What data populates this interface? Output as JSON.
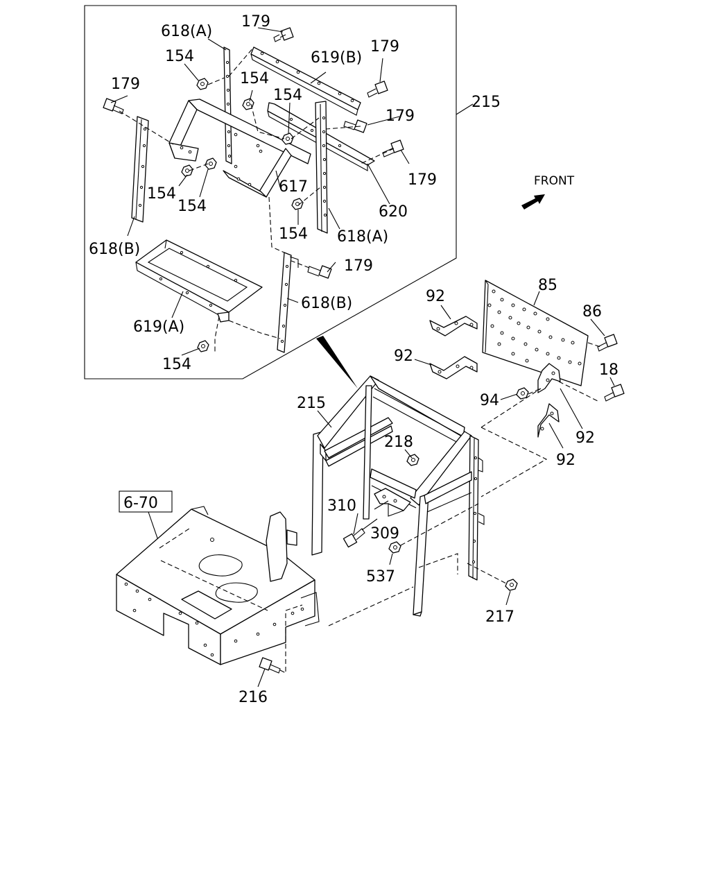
{
  "labels": {
    "l618a_1": "618(A)",
    "l179_1": "179",
    "l619b": "619(B)",
    "l179_2": "179",
    "l154_1": "154",
    "l154_2": "154",
    "l154_3": "154",
    "l179_3": "179",
    "l179_4": "179",
    "l215_1": "215",
    "l617": "617",
    "l154_4": "154",
    "l154_5": "154",
    "l179_5": "179",
    "l620": "620",
    "l154_6": "154",
    "l618a_2": "618(A)",
    "l618b_1": "618(B)",
    "l179_6": "179",
    "l618b_2": "618(B)",
    "l619a": "619(A)",
    "l154_7": "154",
    "front": "FRONT",
    "l92_1": "92",
    "l85": "85",
    "l86": "86",
    "l92_2": "92",
    "l18": "18",
    "l94": "94",
    "l92_3": "92",
    "l92_4": "92",
    "l215_2": "215",
    "l218": "218",
    "l670": "6-70",
    "l310": "310",
    "l309": "309",
    "l537": "537",
    "l217": "217",
    "l216": "216"
  },
  "colors": {
    "ink": "#000000",
    "paper": "#ffffff"
  }
}
